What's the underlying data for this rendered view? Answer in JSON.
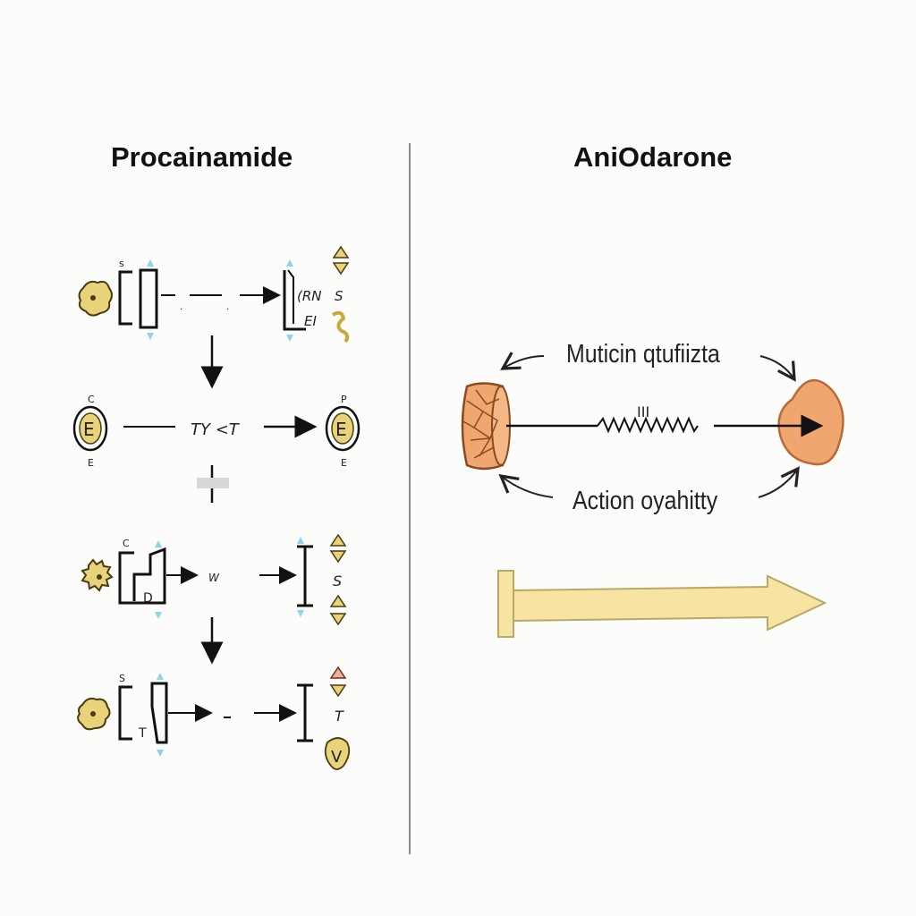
{
  "titles": {
    "left": "Procainamide",
    "right": "AniOdarone"
  },
  "right_panel": {
    "top_label": "Muticin qtufiizta",
    "bottom_label": "Action oyahitty",
    "wave_mark": "III"
  },
  "left_panel": {
    "row1": {
      "top_letter": "s",
      "mid_label_1": ".",
      "mid_label_2": ".",
      "end_label_a": "(RN",
      "end_label_b": "EI",
      "end_letter": "S"
    },
    "row2": {
      "top_letter_left": "C",
      "bottom_letter_left": "E",
      "center_label": "TY <T",
      "top_letter_right": "P",
      "bottom_letter_right": "E",
      "badge_letter": "E"
    },
    "row3": {
      "top_letter": "C",
      "box_letter": "D",
      "mid_label_1": "W",
      "end_letter": "S"
    },
    "row4": {
      "top_letter": "S",
      "box_letter": "T",
      "end_letter": "T",
      "badge_letter": "V"
    }
  },
  "colors": {
    "tan": "#e8d27a",
    "cell": "#f0a76f",
    "outline": "#b86a3a",
    "arrow_fill": "#f7e4a2",
    "arrow_stroke": "#b9a866",
    "accent_blue": "#8ed2ef",
    "divider": "#8a8a8a"
  }
}
